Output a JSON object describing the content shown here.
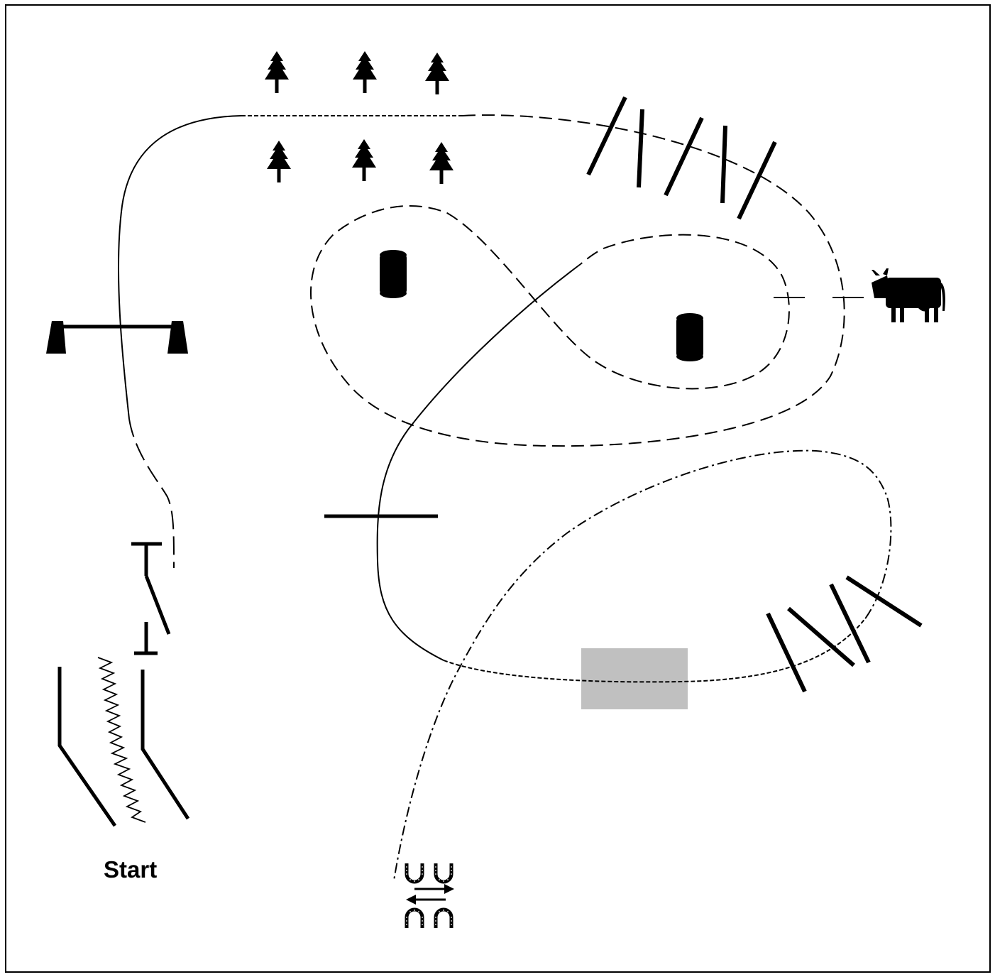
{
  "labels": {
    "start": "Start"
  },
  "colors": {
    "ink": "#000000",
    "background": "#ffffff",
    "mat": "#c0c0c0"
  },
  "legend": {
    "path_styles": [
      "solid",
      "short-dash",
      "long-dash",
      "dash-dot"
    ]
  },
  "icons": [
    "tree-icon",
    "barrel-icon",
    "cow-icon",
    "horseshoe-icon",
    "arrow-icon",
    "zigzag-rope-icon",
    "jump-standard-icon"
  ]
}
